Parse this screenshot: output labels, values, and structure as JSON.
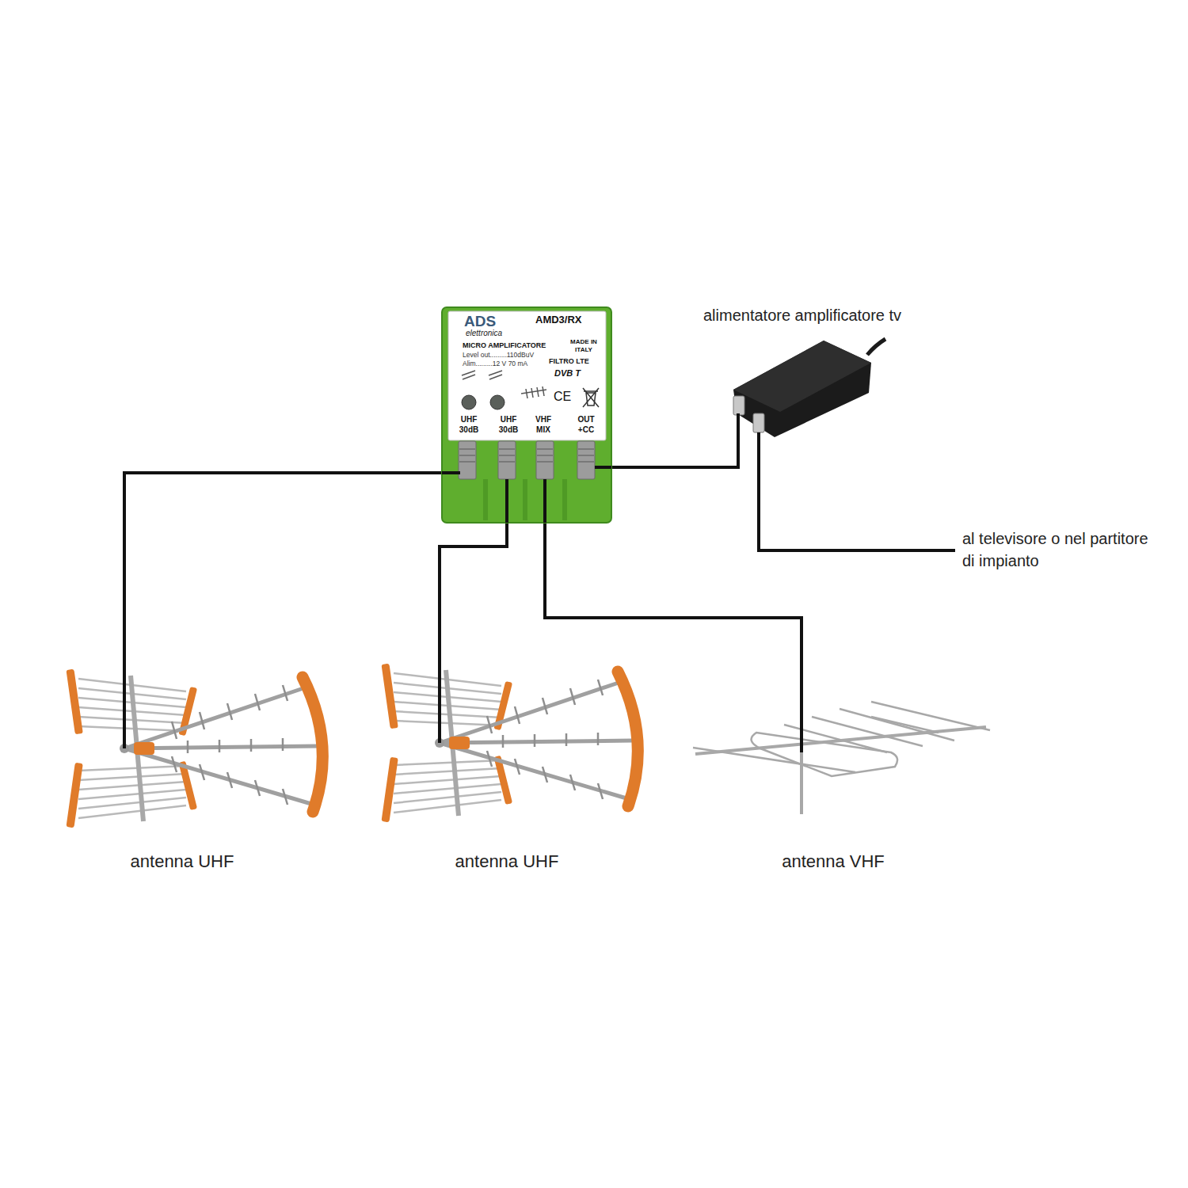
{
  "diagram": {
    "nodes": [
      {
        "text": [
          "ADS",
          "elettronica",
          "AMD3/RX",
          "MICRO AMPLIFICATORE",
          "MADE IN ITALY",
          "Level out.........110dBuV",
          "Alim.........12 V 70 mA",
          "FILTRO LTE",
          "DVB T",
          "CE",
          "UHF 30dB",
          "UHF 30dB",
          "VHF MIX",
          "OUT +CC"
        ]
      },
      {
        "text": [
          "alimentatore amplificatore tv"
        ]
      },
      {
        "text": [
          "antenna UHF"
        ]
      },
      {
        "text": [
          "antenna UHF"
        ]
      },
      {
        "text": [
          "antenna VHF"
        ]
      }
    ],
    "edges": [
      {
        "from": 2,
        "to": 0,
        "arrow": "none"
      },
      {
        "from": 3,
        "to": 0,
        "arrow": "none"
      },
      {
        "from": 4,
        "to": 0,
        "arrow": "none"
      },
      {
        "from": 0,
        "to": 1,
        "arrow": "none"
      }
    ],
    "labels": [
      "al televisore o nel partitore di impianto"
    ]
  }
}
